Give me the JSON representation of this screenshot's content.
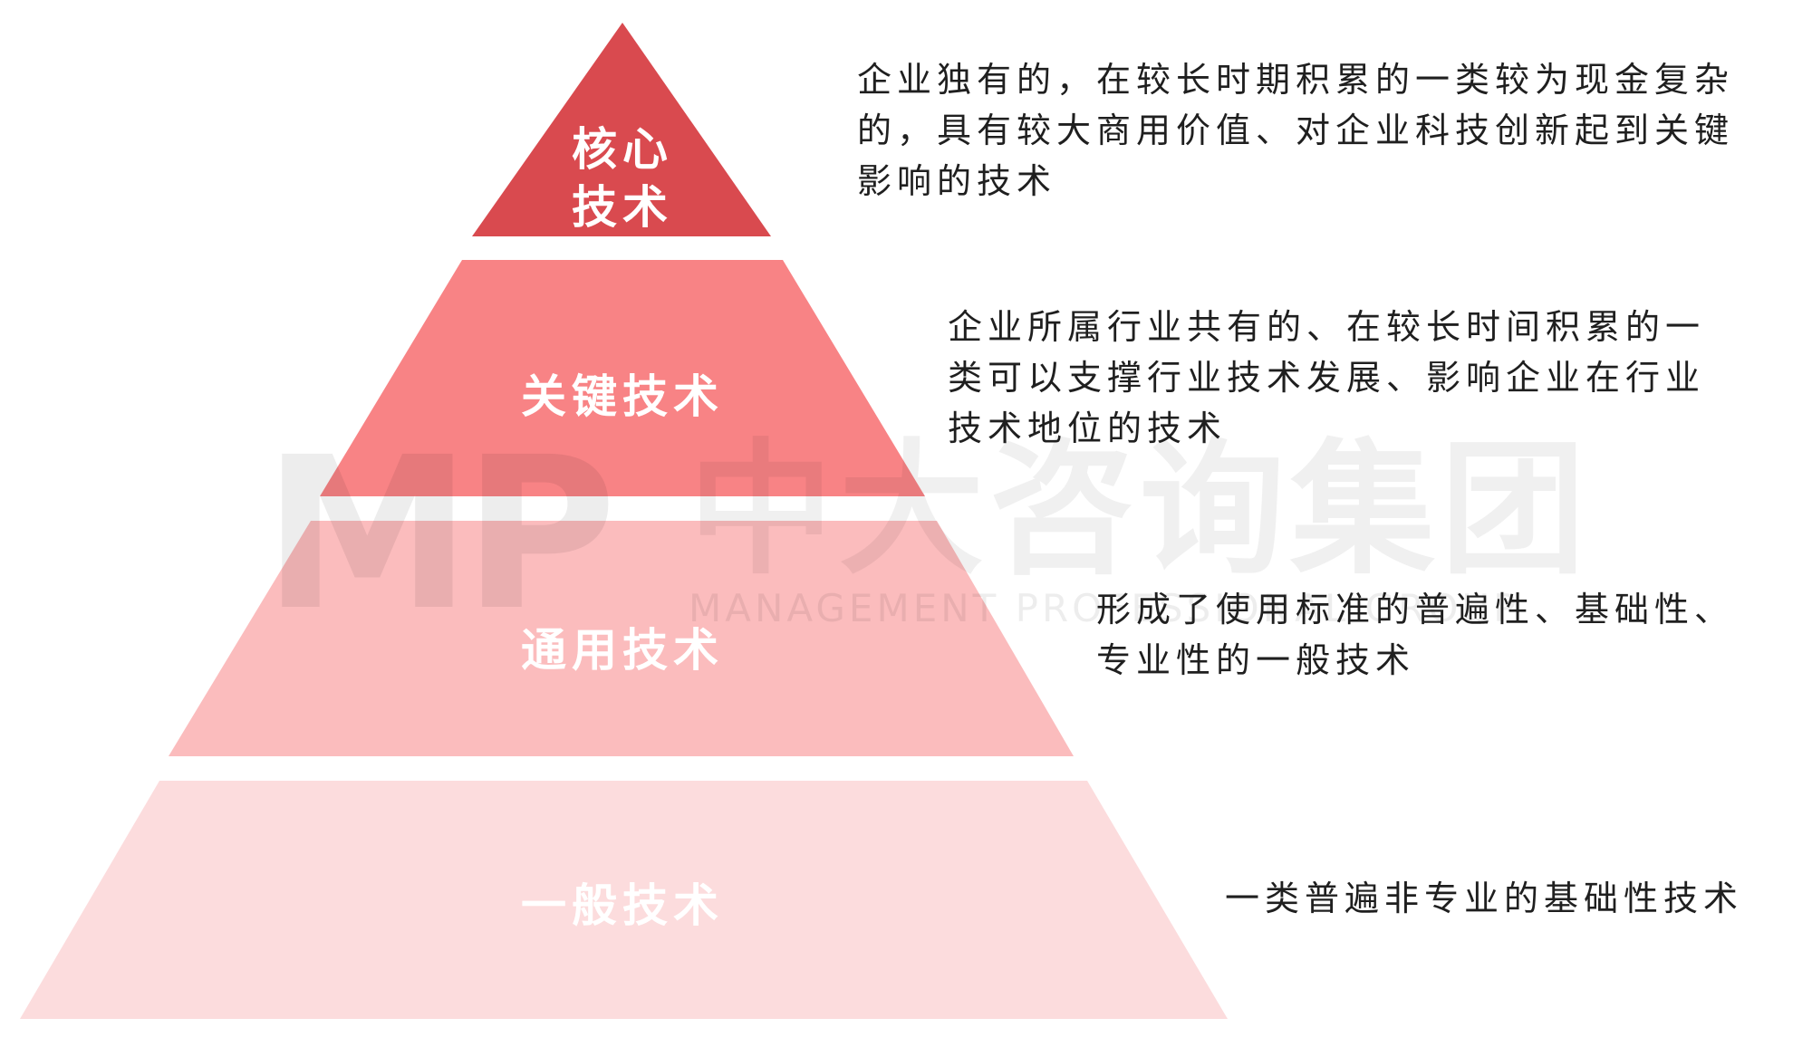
{
  "watermark": {
    "logo": "MP",
    "name": "中大咨询集团",
    "tagline": "MANAGEMENT PROFESSIONAL GROUP"
  },
  "pyramid": {
    "tiers": [
      {
        "label_line1": "核心",
        "label_line2": "技术",
        "color": "#d94a4f",
        "description": "企业独有的，在较长时期积累的一类较为现金复杂的，具有较大商用价值、对企业科技创新起到关键影响的技术"
      },
      {
        "label": "关键技术",
        "color": "#f88385",
        "description": "企业所属行业共有的、在较长时间积累的一类可以支撑行业技术发展、影响企业在行业技术地位的技术"
      },
      {
        "label": "通用技术",
        "color": "#fbbcbd",
        "description": "形成了使用标准的普遍性、基础性、专业性的一般技术"
      },
      {
        "label": "一般技术",
        "color": "#fcdcdd",
        "description": "一类普遍非专业的基础性技术"
      }
    ]
  }
}
